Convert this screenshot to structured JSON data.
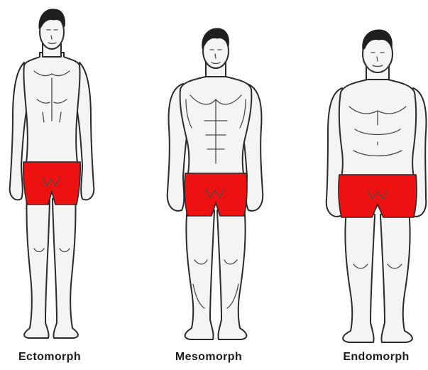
{
  "body_types": [
    {
      "key": "ecto",
      "label": "Ectomorph"
    },
    {
      "key": "meso",
      "label": "Mesomorph"
    },
    {
      "key": "endo",
      "label": "Endomorph"
    }
  ],
  "colors": {
    "background": "#ffffff",
    "skin": "#f4f4f4",
    "outline": "#2a2a2a",
    "hair": "#1f1f1f",
    "trunks": "#ee1111",
    "label_text": "#1c1c1c"
  },
  "icons": {
    "figure": "human-body-figure",
    "hair": "hair-icon",
    "trunks": "underwear-trunks"
  }
}
